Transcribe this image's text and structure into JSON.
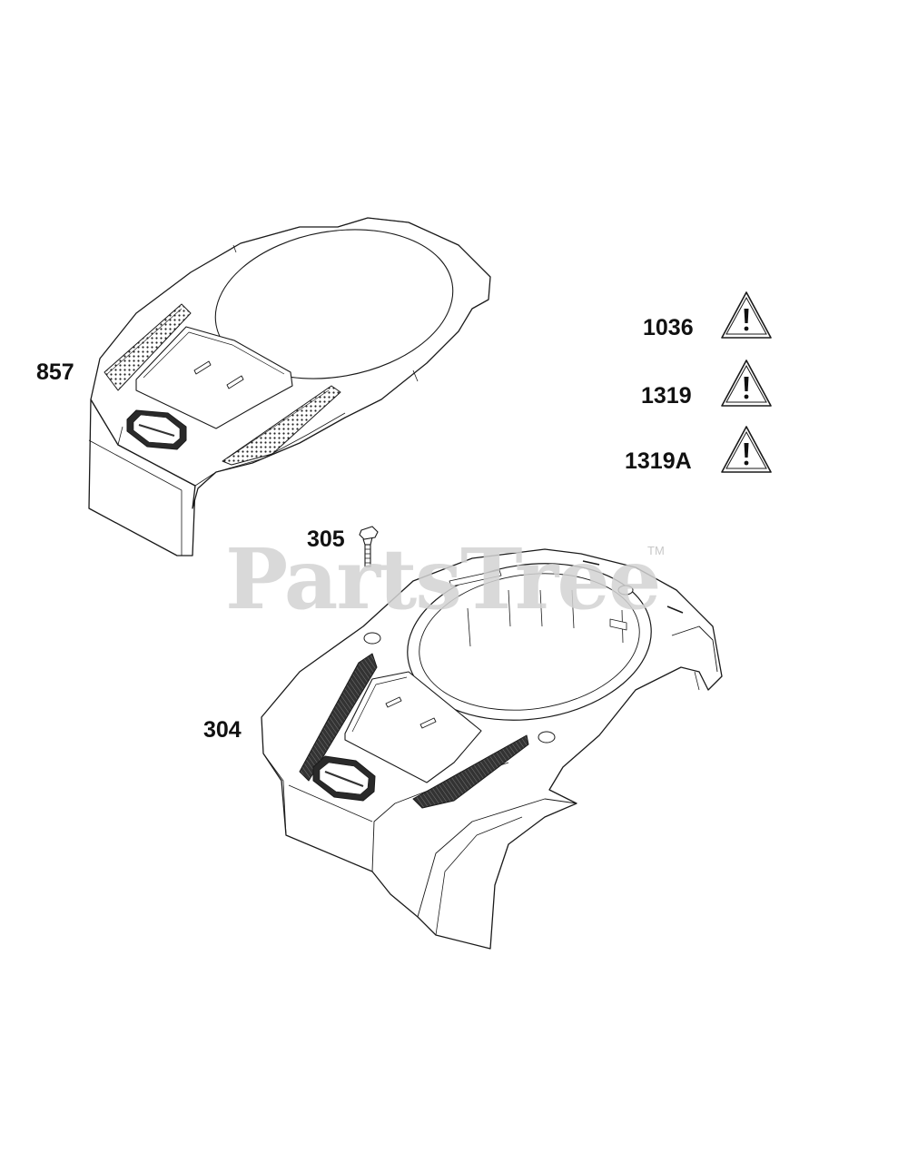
{
  "callouts": {
    "part_857": "857",
    "part_305": "305",
    "part_304": "304",
    "part_1036": "1036",
    "part_1319": "1319",
    "part_1319a": "1319A"
  },
  "watermark": {
    "text": "PartsTree",
    "trademark": "TM"
  },
  "icons": {
    "warning": "warning-triangle-icon",
    "logo": "brand-diamond-logo"
  },
  "colors": {
    "line": "#1a1a1a",
    "watermark": "#d3d3d3",
    "vent_dark": "#2a2a2a"
  }
}
